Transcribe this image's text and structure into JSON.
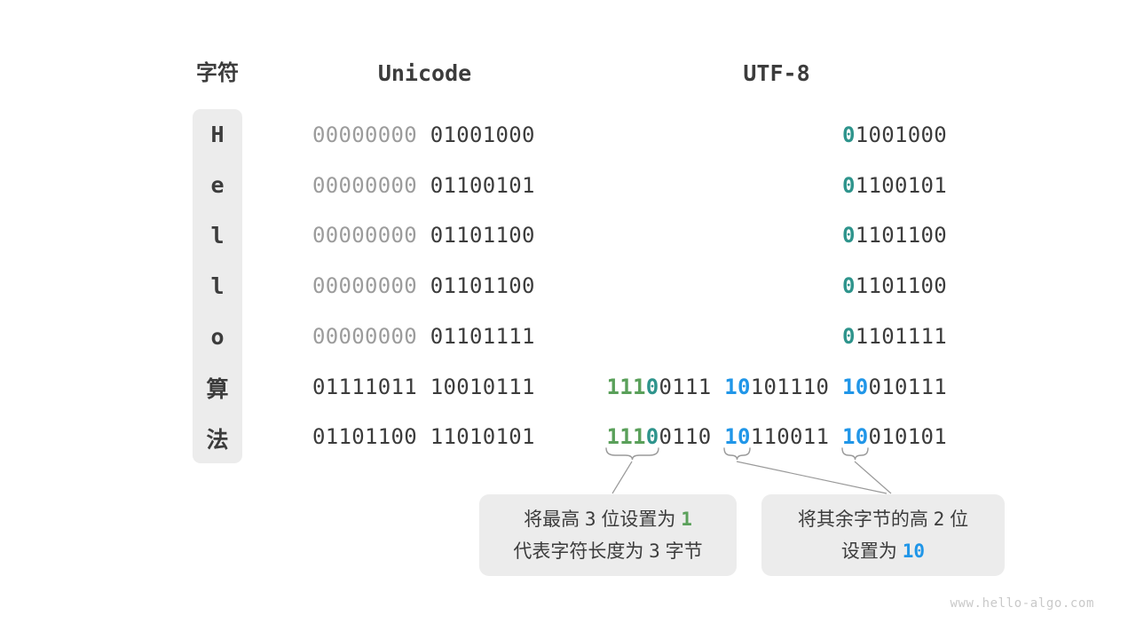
{
  "colors": {
    "dark": "#3c3c3c",
    "gray": "#9c9c9c",
    "green": "#5aa05a",
    "teal": "#2e948c",
    "blue": "#2096e8",
    "box_bg": "#ececec",
    "line": "#9a9a9a",
    "watermark": "#c9c9c9"
  },
  "header": {
    "char_label": "字符",
    "unicode_label": "Unicode",
    "utf8_label": "UTF-8"
  },
  "rows": [
    {
      "char": "H",
      "unicode": [
        {
          "t": "00000000",
          "c": "gray"
        },
        {
          "t": " 01001000",
          "c": "dark"
        }
      ],
      "utf8": [
        {
          "t": "0",
          "c": "teal",
          "b": true
        },
        {
          "t": "1001000",
          "c": "dark"
        }
      ]
    },
    {
      "char": "e",
      "unicode": [
        {
          "t": "00000000",
          "c": "gray"
        },
        {
          "t": " 01100101",
          "c": "dark"
        }
      ],
      "utf8": [
        {
          "t": "0",
          "c": "teal",
          "b": true
        },
        {
          "t": "1100101",
          "c": "dark"
        }
      ]
    },
    {
      "char": "l",
      "unicode": [
        {
          "t": "00000000",
          "c": "gray"
        },
        {
          "t": " 01101100",
          "c": "dark"
        }
      ],
      "utf8": [
        {
          "t": "0",
          "c": "teal",
          "b": true
        },
        {
          "t": "1101100",
          "c": "dark"
        }
      ]
    },
    {
      "char": "l",
      "unicode": [
        {
          "t": "00000000",
          "c": "gray"
        },
        {
          "t": " 01101100",
          "c": "dark"
        }
      ],
      "utf8": [
        {
          "t": "0",
          "c": "teal",
          "b": true
        },
        {
          "t": "1101100",
          "c": "dark"
        }
      ]
    },
    {
      "char": "o",
      "unicode": [
        {
          "t": "00000000",
          "c": "gray"
        },
        {
          "t": " 01101111",
          "c": "dark"
        }
      ],
      "utf8": [
        {
          "t": "0",
          "c": "teal",
          "b": true
        },
        {
          "t": "1101111",
          "c": "dark"
        }
      ]
    },
    {
      "char": "算",
      "unicode": [
        {
          "t": "01111011 10010111",
          "c": "dark"
        }
      ],
      "utf8": [
        {
          "t": "111",
          "c": "green",
          "b": true
        },
        {
          "t": "0",
          "c": "teal",
          "b": true
        },
        {
          "t": "0111 ",
          "c": "dark"
        },
        {
          "t": "10",
          "c": "blue",
          "b": true
        },
        {
          "t": "101110 ",
          "c": "dark"
        },
        {
          "t": "10",
          "c": "blue",
          "b": true
        },
        {
          "t": "010111",
          "c": "dark"
        }
      ]
    },
    {
      "char": "法",
      "unicode": [
        {
          "t": "01101100 11010101",
          "c": "dark"
        }
      ],
      "utf8": [
        {
          "t": "111",
          "c": "green",
          "b": true
        },
        {
          "t": "0",
          "c": "teal",
          "b": true
        },
        {
          "t": "0110 ",
          "c": "dark"
        },
        {
          "t": "10",
          "c": "blue",
          "b": true
        },
        {
          "t": "110011 ",
          "c": "dark"
        },
        {
          "t": "10",
          "c": "blue",
          "b": true
        },
        {
          "t": "010101",
          "c": "dark"
        }
      ]
    }
  ],
  "callouts": {
    "left": {
      "line1": [
        {
          "t": "将最高 ",
          "c": "dark"
        },
        {
          "t": "3",
          "c": "dark",
          "m": true
        },
        {
          "t": " 位设置为 ",
          "c": "dark"
        },
        {
          "t": "1",
          "c": "green",
          "b": true,
          "m": true
        }
      ],
      "line2": [
        {
          "t": "代表字符长度为 ",
          "c": "dark"
        },
        {
          "t": "3",
          "c": "dark",
          "m": true
        },
        {
          "t": " 字节",
          "c": "dark"
        }
      ]
    },
    "right": {
      "line1": [
        {
          "t": "将其余字节的高 ",
          "c": "dark"
        },
        {
          "t": "2",
          "c": "dark",
          "m": true
        },
        {
          "t": " 位",
          "c": "dark"
        }
      ],
      "line2": [
        {
          "t": "设置为 ",
          "c": "dark"
        },
        {
          "t": "10",
          "c": "blue",
          "b": true,
          "m": true
        }
      ]
    }
  },
  "watermark": "www.hello-algo.com"
}
